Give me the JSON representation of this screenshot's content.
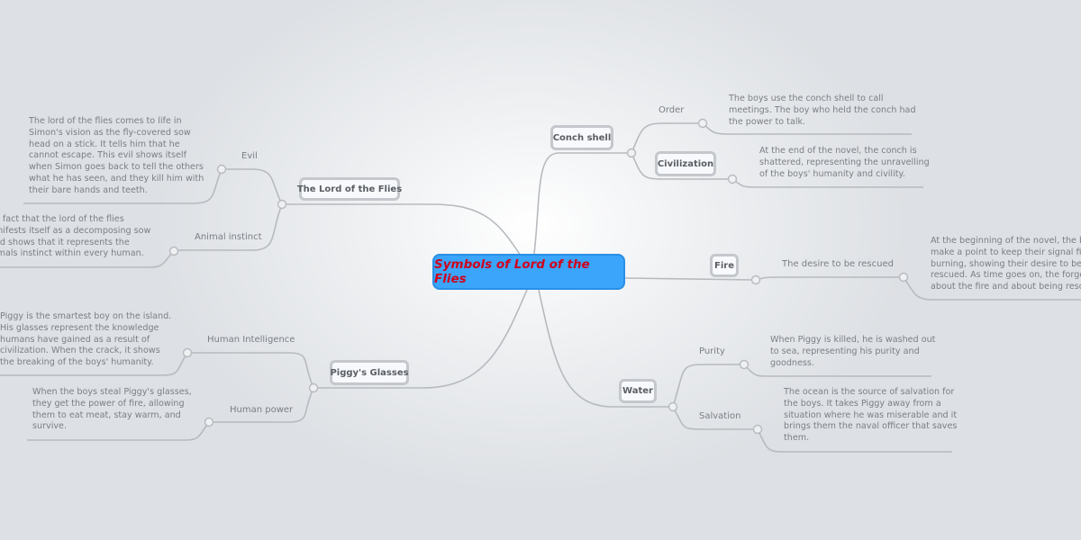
{
  "central": "Symbols of Lord of the Flies",
  "branches": {
    "lord": {
      "title": "The Lord of the Flies",
      "evil": {
        "label": "Evil",
        "note": "The lord of the flies comes to life in\nSimon's vision as the fly-covered sow\nhead on a stick. It tells him that he\ncannot escape. This evil shows itself\nwhen Simon goes back to tell the others\nwhat he has seen, and they kill him with\ntheir bare hands and teeth."
      },
      "animal": {
        "label": "Animal instinct",
        "note": "The fact that the lord of the flies\nmanifests itself as a decomposing sow\nhead shows that it represents the\nanimals instinct within every human."
      }
    },
    "glasses": {
      "title": "Piggy's Glasses",
      "intel": {
        "label": "Human Intelligence",
        "note": "Piggy is the smartest boy on the island.\nHis glasses represent the knowledge\nhumans have gained as a result of\ncivilization. When the crack, it shows\nthe breaking of the boys' humanity."
      },
      "power": {
        "label": "Human power",
        "note": "When the boys steal Piggy's glasses,\nthey get the power of fire, allowing\nthem to eat meat, stay warm, and\nsurvive."
      }
    },
    "conch": {
      "title": "Conch shell",
      "order": {
        "label": "Order",
        "note": "The boys use the conch shell to call\nmeetings. The boy who held the conch had\nthe power to talk."
      },
      "civ": {
        "label": "Civilization",
        "note": "At the end of the novel, the conch is\nshattered, representing the unravelling\nof the boys' humanity and civility."
      }
    },
    "fire": {
      "title": "Fire",
      "rescue": {
        "label": "The desire to be rescued",
        "note": "At the beginning of the novel, the boys\nmake a point to keep their signal fire\nburning, showing their desire to be\nrescued. As time goes on, the forget\nabout the fire and about being rescued."
      }
    },
    "water": {
      "title": "Water",
      "purity": {
        "label": "Purity",
        "note": "When Piggy is killed, he is washed out\nto sea, representing his purity and\ngoodness."
      },
      "salvation": {
        "label": "Salvation",
        "note": "The ocean is the source of salvation for\nthe boys. It takes Piggy away from a\nsituation where he was miserable and it\nbrings them the naval officer that saves\nthem."
      }
    }
  }
}
